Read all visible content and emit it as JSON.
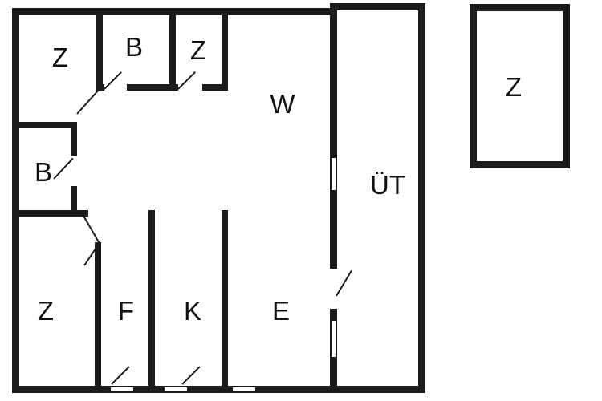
{
  "floorplan": {
    "colors": {
      "wall": "#1b1b1b",
      "background": "#ffffff"
    },
    "rooms": [
      {
        "id": "z-top-left",
        "label": "Z"
      },
      {
        "id": "b-top",
        "label": "B"
      },
      {
        "id": "z-top-small",
        "label": "Z"
      },
      {
        "id": "w-living",
        "label": "W"
      },
      {
        "id": "b-mid-left",
        "label": "B"
      },
      {
        "id": "ut-terrace",
        "label": "ÜT"
      },
      {
        "id": "z-bottom-left",
        "label": "Z"
      },
      {
        "id": "f-hall",
        "label": "F"
      },
      {
        "id": "k-kitchen",
        "label": "K"
      },
      {
        "id": "e-dining",
        "label": "E"
      },
      {
        "id": "z-annex",
        "label": "Z"
      }
    ]
  }
}
